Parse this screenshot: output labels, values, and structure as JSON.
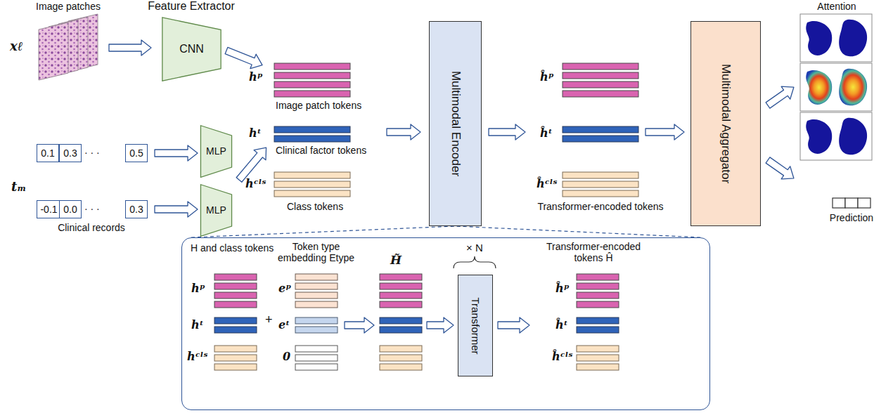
{
  "diagram": {
    "nodes": [
      {
        "text": [
          "CNN"
        ]
      },
      {
        "text": [
          "0.1"
        ]
      },
      {
        "text": [
          "0.3"
        ]
      },
      {
        "text": [
          "0.5"
        ]
      },
      {
        "text": [
          "-0.1"
        ]
      },
      {
        "text": [
          "0.0"
        ]
      },
      {
        "text": [
          "0.3"
        ]
      },
      {
        "text": [
          "MLP"
        ]
      },
      {
        "text": [
          "MLP"
        ]
      },
      {
        "text": [
          "Multimodal Encoder"
        ]
      },
      {
        "text": [
          "Multimodal Aggregator"
        ]
      },
      {
        "text": [
          "H and class tokens",
          "Token type embedding Etype",
          "H̃",
          "Transformer-encoded tokens Ĥ"
        ]
      },
      {
        "text": [
          "Transformer"
        ],
        "in": 11
      }
    ],
    "edges": [
      {
        "from": 3,
        "to": 7,
        "arrow": "to"
      },
      {
        "from": 6,
        "to": 8,
        "arrow": "to"
      },
      {
        "from": 9,
        "to": 11,
        "arrow": "none"
      }
    ],
    "labels": [
      "Image patches",
      "Feature Extractor",
      "Attention",
      "xℓ",
      "hᵖ",
      "Image patch tokens",
      "hᵗ",
      "Clinical factor tokens",
      "hᶜˡˢ",
      "Class tokens",
      "tₘ",
      "· · ·",
      "· · ·",
      "Clinical records",
      "ĥᵖ",
      "ĥᵗ",
      "ĥᶜˡˢ",
      "Transformer-encoded tokens",
      "Prediction",
      "hᵖ",
      "hᵗ",
      "hᶜˡˢ",
      "+",
      "eᵖ",
      "eᵗ",
      "0",
      "× N",
      "ĥᵖ",
      "ĥᵗ",
      "ĥᶜˡˢ"
    ]
  }
}
